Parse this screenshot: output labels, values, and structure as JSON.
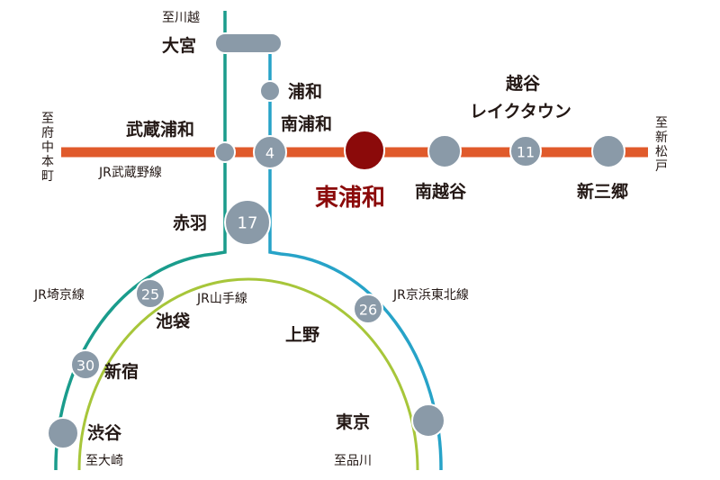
{
  "colors": {
    "musashino": "#e05a2b",
    "saikyo": "#1a9c8c",
    "keihin_tohoku": "#27a3c8",
    "yamanote": "#a7c63a",
    "station": "#8a9aa8",
    "highlight": "#8b0a0a"
  },
  "lines": {
    "musashino": "JR武蔵野線",
    "saikyo": "JR埼京線",
    "yamanote": "JR山手線",
    "keihin_tohoku": "JR京浜東北線"
  },
  "directions": {
    "kawagoe": "至川越",
    "fuchu": [
      "至",
      "府",
      "中",
      "本",
      "町"
    ],
    "shinmatsudo": [
      "至",
      "新",
      "松",
      "戸"
    ],
    "osaki": "至大崎",
    "shinagawa": "至品川"
  },
  "stations": {
    "omiya": "大宮",
    "urawa": "浦和",
    "minami_urawa": "南浦和",
    "musashi_urawa": "武蔵浦和",
    "higashi_urawa": "東浦和",
    "minami_koshigaya": "南越谷",
    "koshigaya_laketown": [
      "越谷",
      "レイクタウン"
    ],
    "shin_misato": "新三郷",
    "akabane": "赤羽",
    "ikebukuro": "池袋",
    "shinjuku": "新宿",
    "shibuya": "渋谷",
    "ueno": "上野",
    "tokyo": "東京"
  },
  "minutes": {
    "minami_urawa": "4",
    "koshigaya_laketown": "11",
    "akabane": "17",
    "ikebukuro": "25",
    "shinjuku": "30",
    "ueno": "26"
  }
}
